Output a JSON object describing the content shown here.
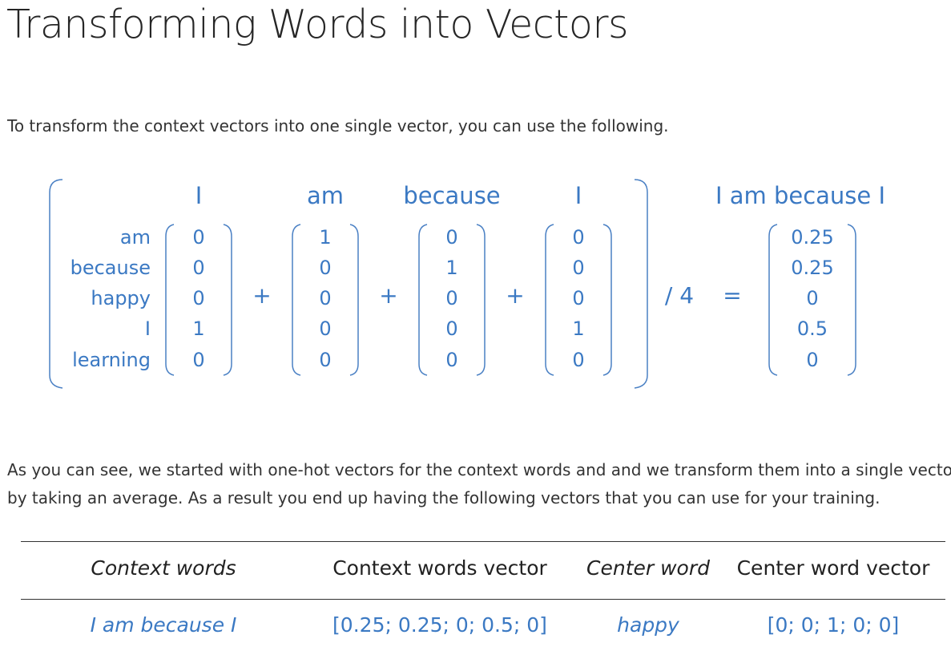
{
  "title": "Transforming Words into Vectors",
  "intro": "To transform the context vectors into one single vector, you can use the following.",
  "diagram": {
    "row_labels": [
      "am",
      "because",
      "happy",
      "I",
      "learning"
    ],
    "vectors": [
      {
        "header": "I",
        "values": [
          "0",
          "0",
          "0",
          "1",
          "0"
        ]
      },
      {
        "header": "am",
        "values": [
          "1",
          "0",
          "0",
          "0",
          "0"
        ]
      },
      {
        "header": "because",
        "values": [
          "0",
          "1",
          "0",
          "0",
          "0"
        ]
      },
      {
        "header": "I",
        "values": [
          "0",
          "0",
          "0",
          "1",
          "0"
        ]
      }
    ],
    "plus": "+",
    "divide": "/ 4",
    "equals": "=",
    "result": {
      "header": "I am because I",
      "values": [
        "0.25",
        "0.25",
        "0",
        "0.5",
        "0"
      ]
    }
  },
  "explanation": {
    "line1": "As you can see, we started with one-hot vectors for the context words and and we transform them into a single vector",
    "line2": "by taking an average. As a result you end up having the following vectors that you can use for your training."
  },
  "table": {
    "headers": [
      "Context words",
      "Context words vector",
      "Center word",
      "Center word vector"
    ],
    "rows": [
      [
        "I am because I",
        "[0.25; 0.25; 0; 0.5; 0]",
        "happy",
        "[0; 0; 1; 0; 0]"
      ]
    ]
  }
}
